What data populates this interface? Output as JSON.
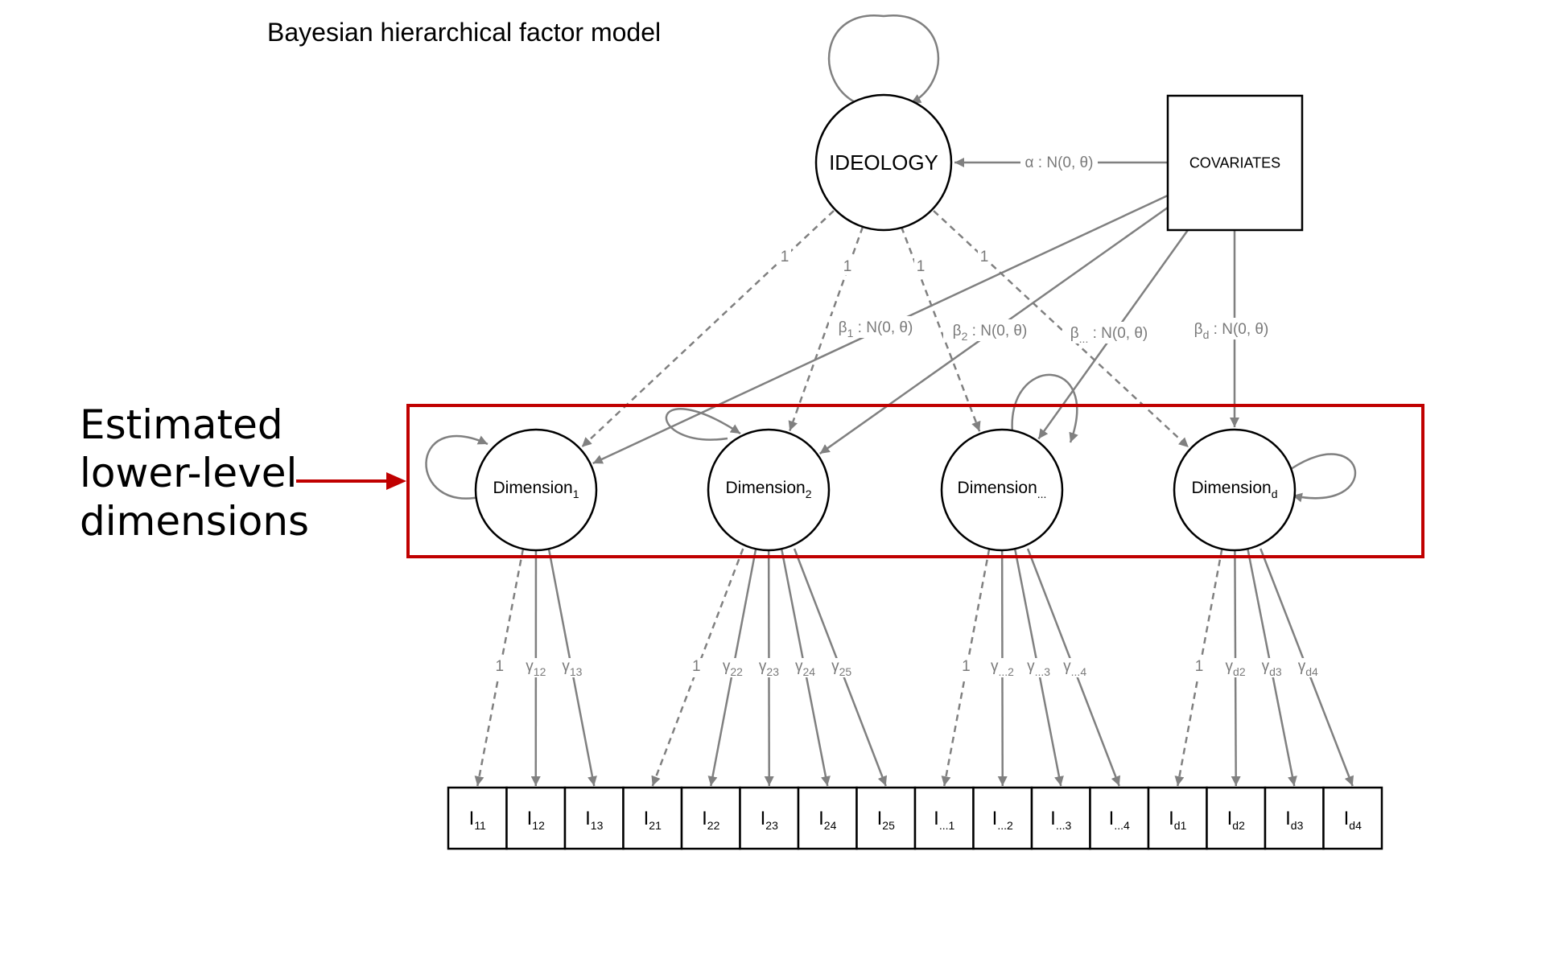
{
  "title": "Bayesian hierarchical factor model",
  "annotation": {
    "lines": [
      "Estimated",
      "lower-level",
      "dimensions"
    ],
    "highlight_color": "#c00000"
  },
  "nodes": {
    "ideology": "IDEOLOGY",
    "covariates": "COVARIATES",
    "dimensions": [
      {
        "base": "Dimension",
        "sub": "1"
      },
      {
        "base": "Dimension",
        "sub": "2"
      },
      {
        "base": "Dimension",
        "sub": "..."
      },
      {
        "base": "Dimension",
        "sub": "d"
      }
    ]
  },
  "edge_labels": {
    "alpha": "α : N(0, θ)",
    "betas": [
      {
        "base": "β",
        "sub": "1",
        "rest": " : N(0, θ)"
      },
      {
        "base": "β",
        "sub": "2",
        "rest": " : N(0, θ)"
      },
      {
        "base": "β",
        "sub": "...",
        "rest": " : N(0, θ)"
      },
      {
        "base": "β",
        "sub": "d",
        "rest": " : N(0, θ)"
      }
    ],
    "ideology_loadings": [
      "1",
      "1",
      "1",
      "1"
    ],
    "dimension_loadings": [
      [
        {
          "base": "1",
          "sub": ""
        },
        {
          "base": "γ",
          "sub": "12"
        },
        {
          "base": "γ",
          "sub": "13"
        }
      ],
      [
        {
          "base": "1",
          "sub": ""
        },
        {
          "base": "γ",
          "sub": "22"
        },
        {
          "base": "γ",
          "sub": "23"
        },
        {
          "base": "γ",
          "sub": "24"
        },
        {
          "base": "γ",
          "sub": "25"
        }
      ],
      [
        {
          "base": "1",
          "sub": ""
        },
        {
          "base": "γ",
          "sub": "...2"
        },
        {
          "base": "γ",
          "sub": "...3"
        },
        {
          "base": "γ",
          "sub": "...4"
        }
      ],
      [
        {
          "base": "1",
          "sub": ""
        },
        {
          "base": "γ",
          "sub": "d2"
        },
        {
          "base": "γ",
          "sub": "d3"
        },
        {
          "base": "γ",
          "sub": "d4"
        }
      ]
    ]
  },
  "indicators": [
    {
      "base": "I",
      "sub": "11"
    },
    {
      "base": "I",
      "sub": "12"
    },
    {
      "base": "I",
      "sub": "13"
    },
    {
      "base": "I",
      "sub": "21"
    },
    {
      "base": "I",
      "sub": "22"
    },
    {
      "base": "I",
      "sub": "23"
    },
    {
      "base": "I",
      "sub": "24"
    },
    {
      "base": "I",
      "sub": "25"
    },
    {
      "base": "I",
      "sub": "...1"
    },
    {
      "base": "I",
      "sub": "...2"
    },
    {
      "base": "I",
      "sub": "...3"
    },
    {
      "base": "I",
      "sub": "...4"
    },
    {
      "base": "I",
      "sub": "d1"
    },
    {
      "base": "I",
      "sub": "d2"
    },
    {
      "base": "I",
      "sub": "d3"
    },
    {
      "base": "I",
      "sub": "d4"
    }
  ],
  "colors": {
    "edge": "#808080",
    "node_stroke": "#000000",
    "annotation": "#c00000"
  }
}
